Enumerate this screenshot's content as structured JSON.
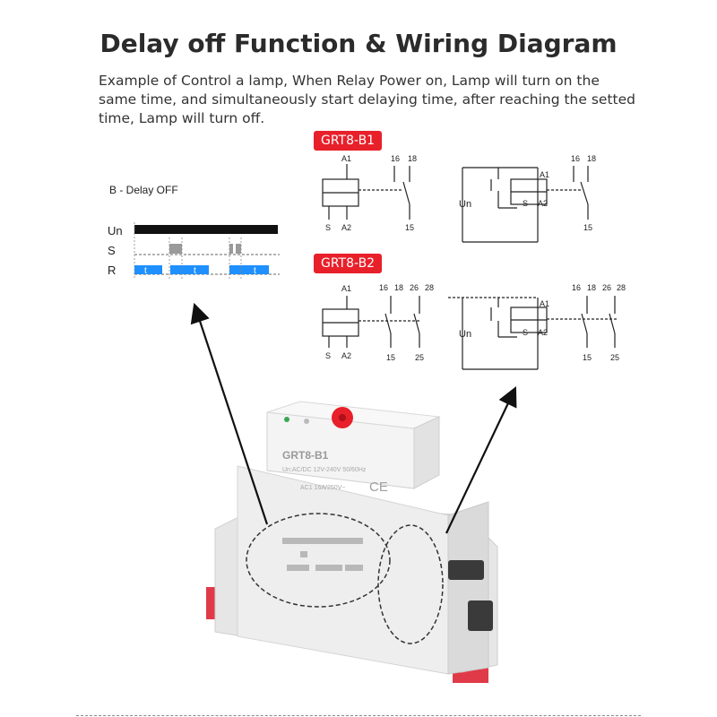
{
  "title": "Delay off Function & Wiring Diagram",
  "description": "Example of Control a lamp, When Relay Power on, Lamp will turn on the same time, and simultaneously start delaying time, after reaching the setted time, Lamp will turn off.",
  "timing": {
    "mode_label": "B - Delay OFF",
    "rows": [
      "Un",
      "S",
      "R"
    ],
    "t_label": "t"
  },
  "models": {
    "b1": "GRT8-B1",
    "b2": "GRT8-B2"
  },
  "terminals": {
    "a1": "A1",
    "a2": "A2",
    "s": "S",
    "t15": "15",
    "t16": "16",
    "t18": "18",
    "t25": "25",
    "t26": "26",
    "t28": "28",
    "un": "Un"
  },
  "device": {
    "model": "GRT8-B1",
    "rating_line1": "Un:AC/DC 12V-240V 50/60Hz",
    "rating_line2": "AC1 16A/250V~",
    "ce_mark": "CE"
  },
  "colors": {
    "accent": "#e8202a",
    "timing_blue": "#1e90ff",
    "device_body": "#ececec"
  }
}
